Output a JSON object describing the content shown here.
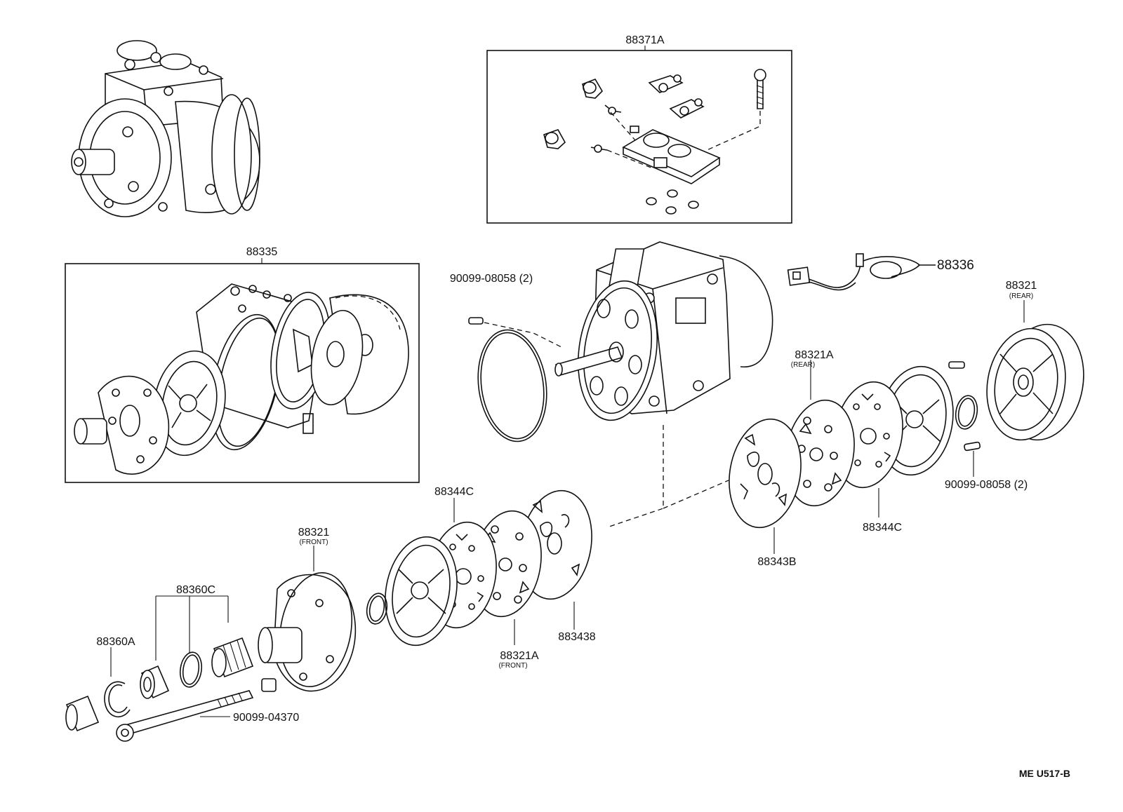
{
  "labels": {
    "p88371A": "88371A",
    "p88335": "88335",
    "p90099_08058_top": "90099-08058 (2)",
    "p88336": "88336",
    "p88321_rear": "88321",
    "p88321_rear_sub": "(REAR)",
    "p88321A_rear": "88321A",
    "p88321A_rear_sub": "(REAR)",
    "p90099_08058_right": "90099-08058 (2)",
    "p88344C_right": "88344C",
    "p88343B_right": "88343B",
    "p88344C_left": "88344C",
    "p88321_front": "88321",
    "p88321_front_sub": "(FRONT)",
    "p88360C": "88360C",
    "p88360A": "88360A",
    "p88321A_front": "88321A",
    "p88321A_front_sub": "(FRONT)",
    "p88343B_left": "883438",
    "p90099_04370": "90099-04370"
  },
  "diagram_code": "ME U517-B"
}
